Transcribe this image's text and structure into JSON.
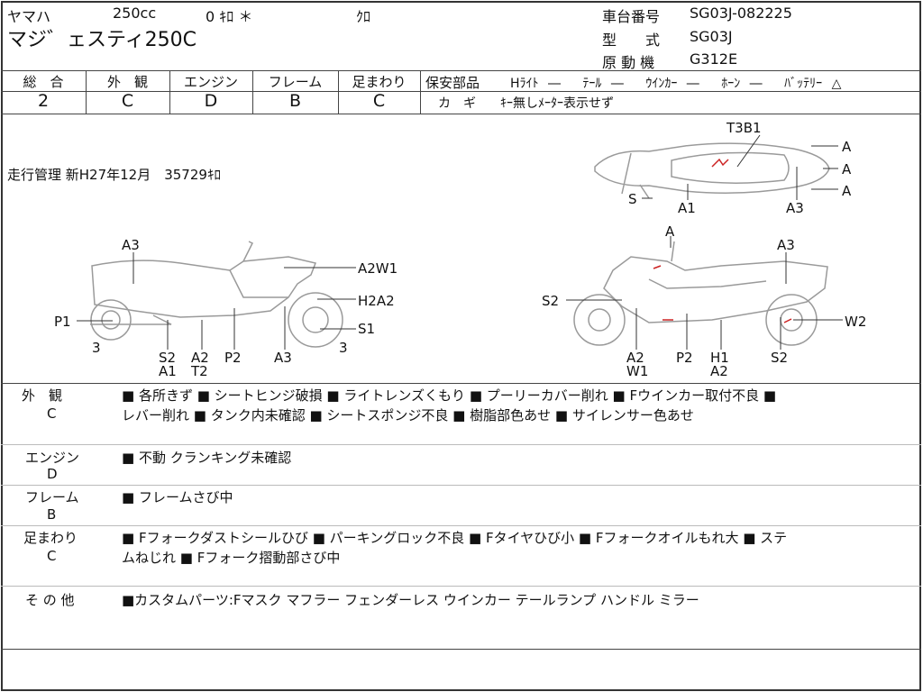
{
  "header": {
    "maker": "ヤマハ",
    "displacement": "250cc",
    "mileage": "0 ｷﾛ ＊",
    "color": "ｸﾛ",
    "model": "マジ゛ェスティ250C",
    "frame_no_label": "車台番号",
    "frame_no": "SG03J-082225",
    "type_label": "型　　式",
    "type": "SG03J",
    "engine_label": "原 動 機",
    "engine": "G312E"
  },
  "ratings": [
    {
      "label": "総　合",
      "value": "2"
    },
    {
      "label": "外　観",
      "value": "C"
    },
    {
      "label": "エンジン",
      "value": "D"
    },
    {
      "label": "フレーム",
      "value": "B"
    },
    {
      "label": "足まわり",
      "value": "C"
    }
  ],
  "safety": {
    "label": "保安部品",
    "items": "Hﾗｲﾄ ―　 ﾃｰﾙ ―　 ｳｲﾝｶｰ ―　 ﾎｰﾝ ―　 ﾊﾞｯﾃﾘｰ △"
  },
  "key": {
    "label": "カ　ギ",
    "value": "ｷｰ無しﾒｰﾀｰ表示せず"
  },
  "odometer": "走行管理 新H27年12月　35729ｷﾛ",
  "diagram_labels": {
    "top": [
      "T3B1",
      "A",
      "A",
      "A",
      "S",
      "A1",
      "A3"
    ],
    "left": [
      "A3",
      "A2W1",
      "H2A2",
      "S1",
      "P1",
      "3",
      "S2",
      "A1",
      "A2",
      "T2",
      "P2",
      "A3",
      "3"
    ],
    "right": [
      "A",
      "A3",
      "S2",
      "W2",
      "A2",
      "W1",
      "P2",
      "H1",
      "A2",
      "S2"
    ]
  },
  "sections": [
    {
      "label": "外　観",
      "grade": "C",
      "lines": [
        "■ 各所きず ■ シートヒンジ破損 ■ ライトレンズくもり ■ プーリーカバー削れ ■ Fウインカー取付不良 ■",
        "レバー削れ ■ タンク内未確認 ■ シートスポンジ不良 ■ 樹脂部色あせ ■ サイレンサー色あせ"
      ]
    },
    {
      "label": "エンジン",
      "grade": "D",
      "lines": [
        "■ 不動 クランキング未確認"
      ]
    },
    {
      "label": "フレーム",
      "grade": "B",
      "lines": [
        "■ フレームさび中"
      ]
    },
    {
      "label": "足まわり",
      "grade": "C",
      "lines": [
        "■ Fフォークダストシールひび ■ パーキングロック不良 ■ Fタイヤひび小 ■ Fフォークオイルもれ大 ■ ステ",
        "ムねじれ ■ Fフォーク摺動部さび中"
      ]
    },
    {
      "label": "そ の 他",
      "grade": "",
      "lines": [
        "■カスタムパーツ:Fマスク マフラー フェンダーレス ウインカー テールランプ ハンドル ミラー"
      ]
    }
  ],
  "colors": {
    "line": "#444444",
    "bike": "#9a9a9a",
    "damage": "#cc2222"
  }
}
